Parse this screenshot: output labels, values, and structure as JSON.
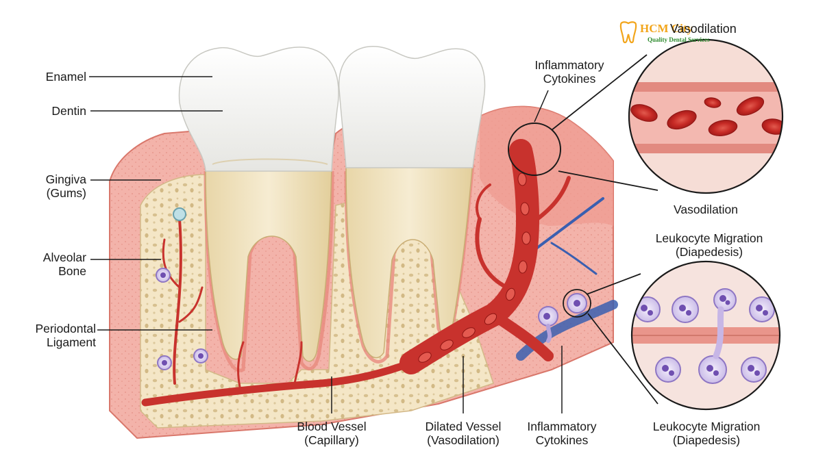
{
  "colors": {
    "enamel": "#f6f6f4",
    "dentin": "#efe3c2",
    "gum": "#f0a8a0",
    "gum_dark": "#e07d72",
    "bone": "#f4e6c6",
    "vessel": "#c8322d",
    "vein": "#3a5fb0",
    "leukocyte": "#b6a4dc"
  },
  "logo": {
    "name": "HCM City",
    "tagline": "Quality Dental Services",
    "overlay_text": "Vasodilation"
  },
  "labels": {
    "enamel": "Enamel",
    "dentin": "Dentin",
    "gingiva": [
      "Gingiva",
      "(Gums)"
    ],
    "alveolar_bone": [
      "Alveolar",
      "Bone"
    ],
    "periodontal_ligament": [
      "Periodontal",
      "Ligament"
    ],
    "blood_vessel": [
      "Blood Vessel",
      "(Capillary)"
    ],
    "dilated_vessel": [
      "Dilated Vessel",
      "(Vasodilation)"
    ],
    "inflammatory_cytokines_bottom": [
      "Inflammatory",
      "Cytokines"
    ],
    "leukocyte_migration_bottom": [
      "Leukocyte Migration",
      "(Diapedesis)"
    ],
    "inflammatory_cytokines_top": [
      "Inflammatory",
      "Cytokines"
    ],
    "vasodilation": "Vasodilation",
    "leukocyte_migration_right": [
      "Leukocyte Migration",
      "(Diapedesis)"
    ]
  }
}
